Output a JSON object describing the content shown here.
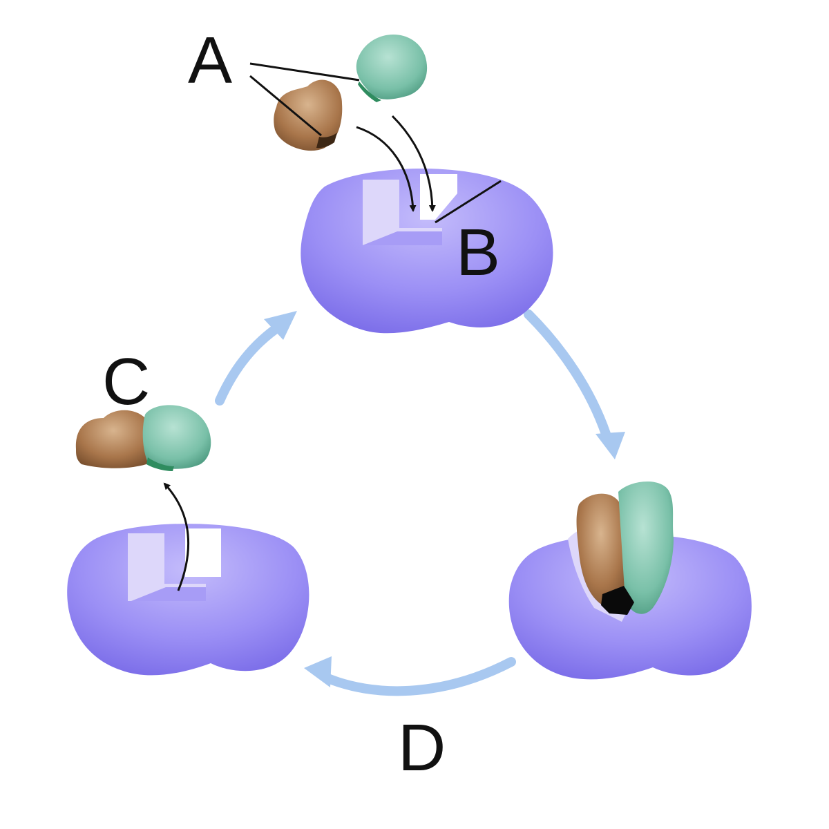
{
  "labels": {
    "a": "A",
    "b": "B",
    "c": "C",
    "d": "D"
  },
  "colors": {
    "enzyme": "#9b8ff5",
    "enzyme_shadow": "#7b6be8",
    "active_site": "#ddd7fa",
    "substrate_brown": "#a9764b",
    "substrate_green": "#7ec3ad",
    "cycle_arrow": "#a8c8f0",
    "line": "#111111"
  },
  "icons": {
    "enzyme": "enzyme-blob",
    "substrate_brown": "brown-substrate-blob",
    "substrate_green": "green-substrate-blob"
  }
}
